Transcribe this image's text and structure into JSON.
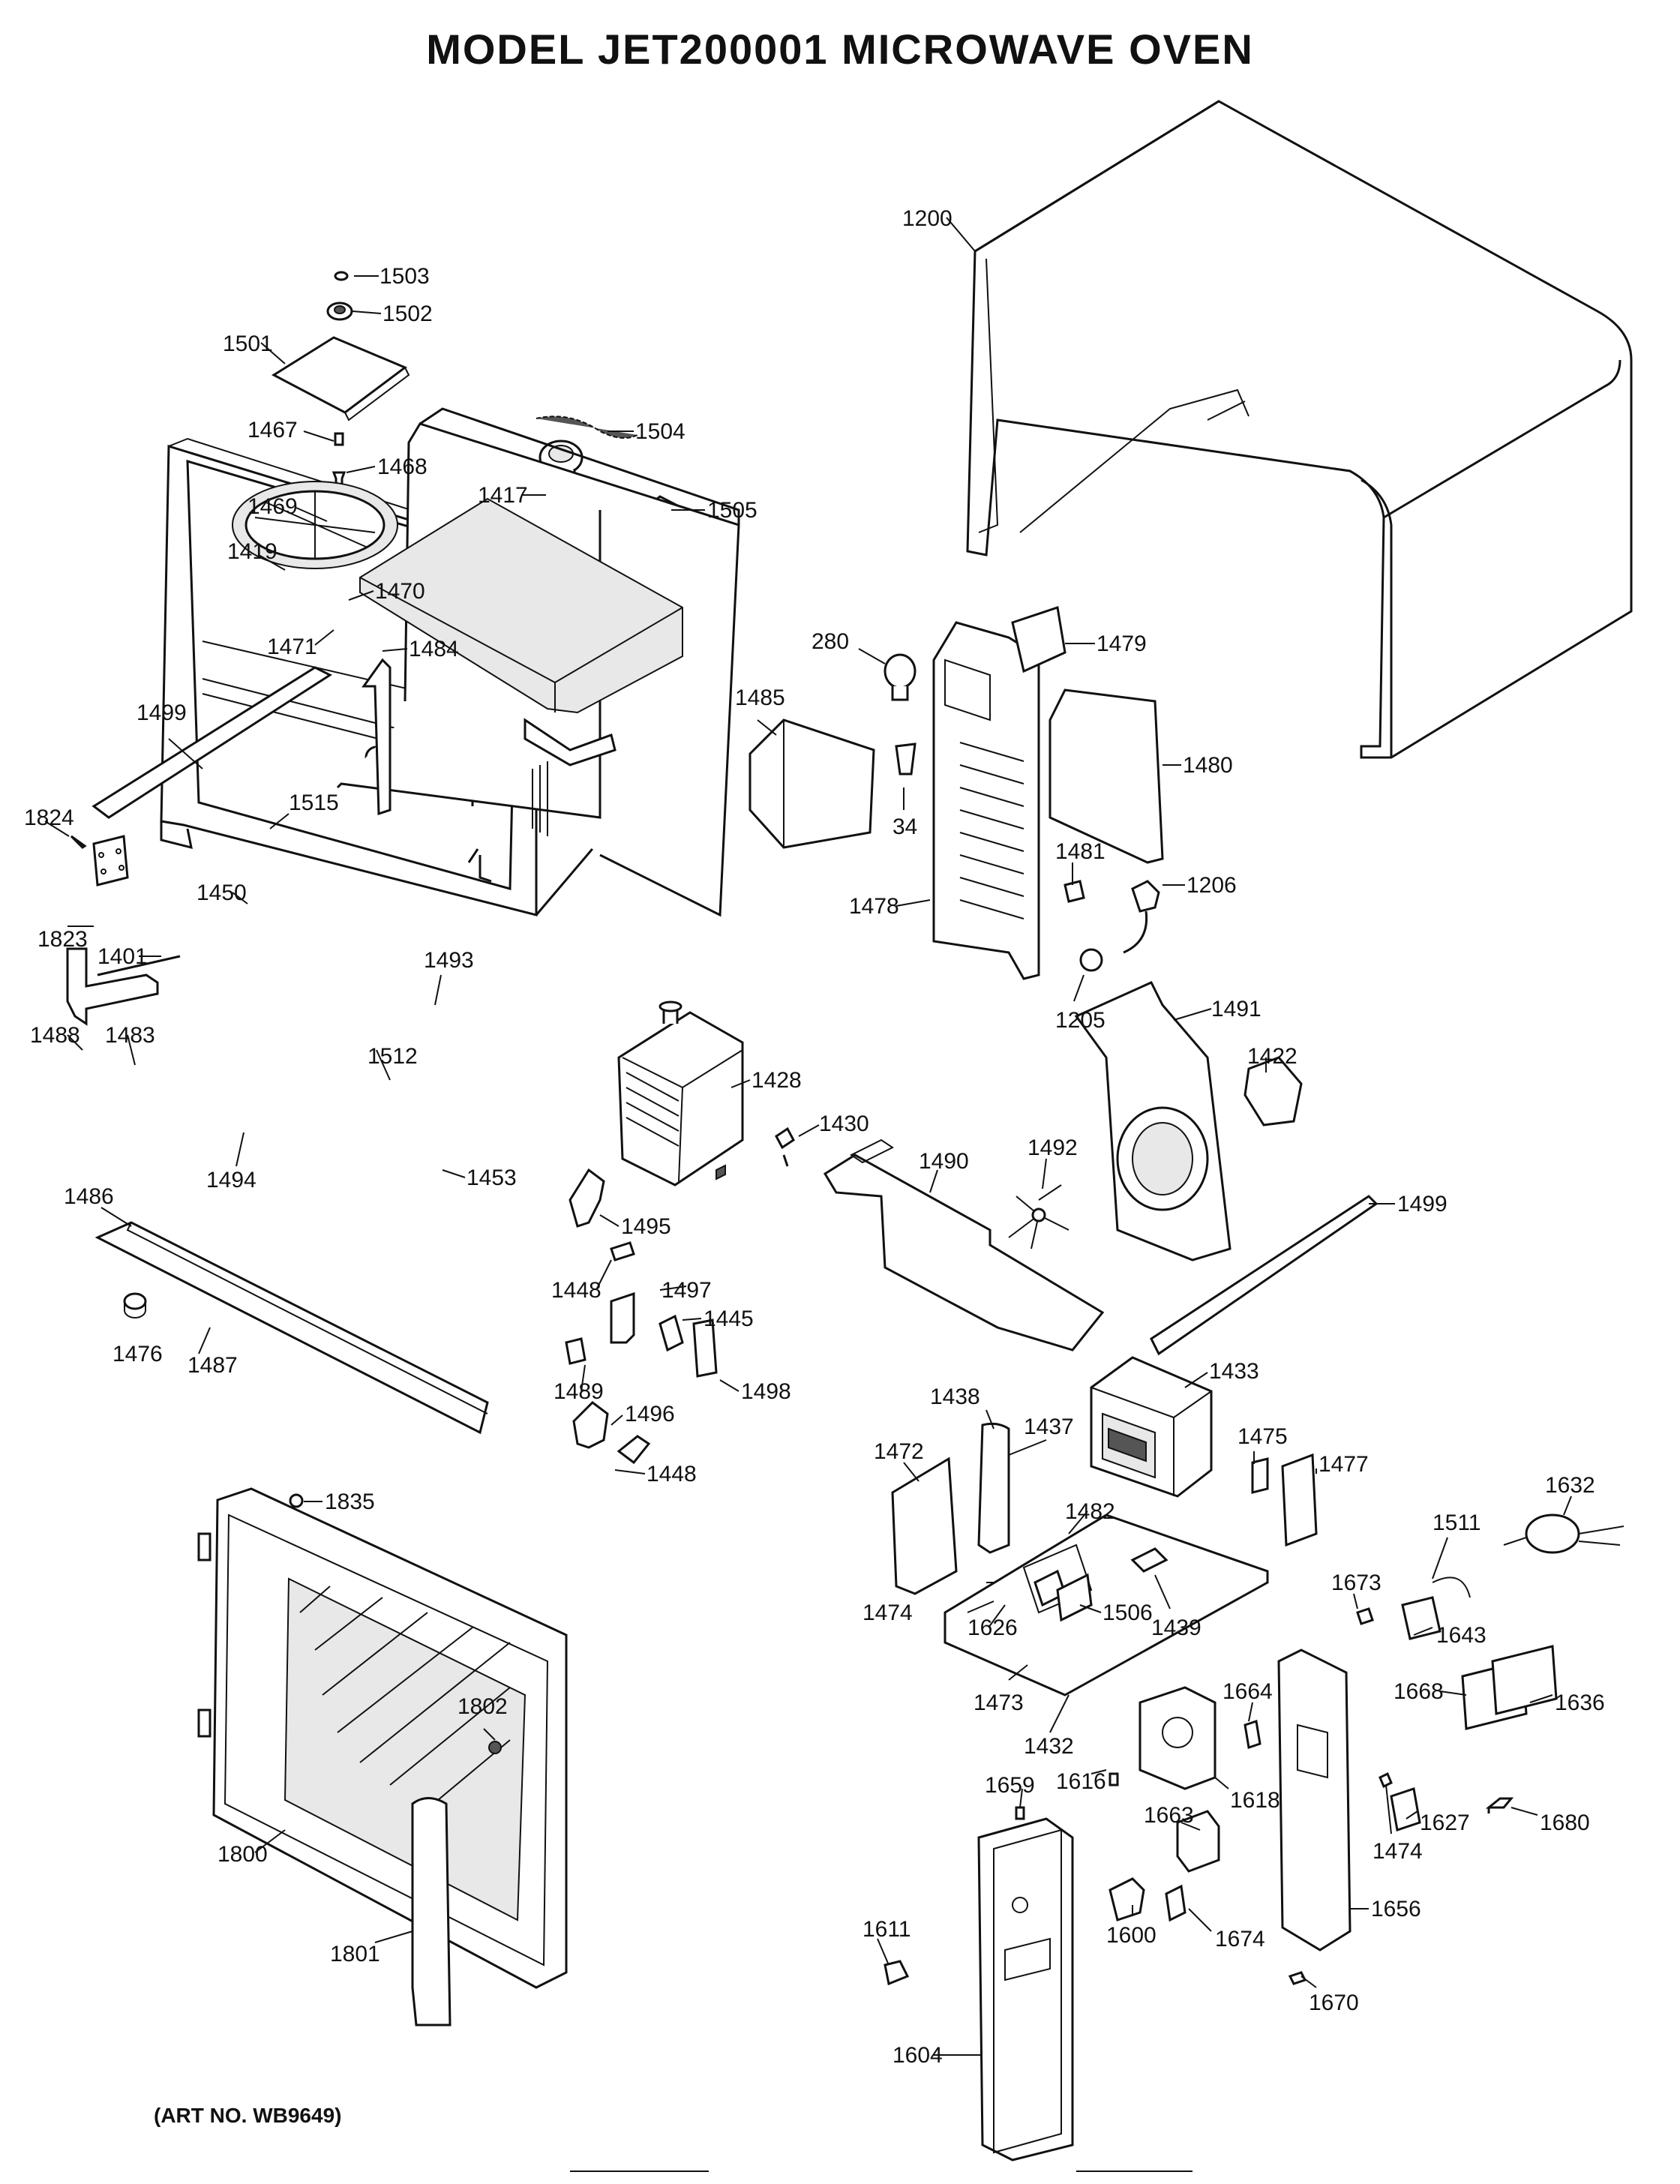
{
  "title": "MODEL  JET200001  MICROWAVE OVEN",
  "art_number": "(ART NO. WB9649)",
  "labels": {
    "p1200": "1200",
    "p1503": "1503",
    "p1502": "1502",
    "p1501": "1501",
    "p1467": "1467",
    "p1468": "1468",
    "p1504": "1504",
    "p1417": "1417",
    "p1505": "1505",
    "p1469": "1469",
    "p1419": "1419",
    "p1470": "1470",
    "p1471": "1471",
    "p1484": "1484",
    "p280": "280",
    "p1479": "1479",
    "p1485": "1485",
    "p1499a": "1499",
    "p1480": "1480",
    "p34": "34",
    "p1824": "1824",
    "p1515": "1515",
    "p1481": "1481",
    "p1206": "1206",
    "p1823": "1823",
    "p1450": "1450",
    "p1478": "1478",
    "p1401": "1401",
    "p1493": "1493",
    "p1205": "1205",
    "p1491": "1491",
    "p1488": "1488",
    "p1483": "1483",
    "p1422": "1422",
    "p1512": "1512",
    "p1428": "1428",
    "p1430": "1430",
    "p1492": "1492",
    "p1490": "1490",
    "p1494": "1494",
    "p1453": "1453",
    "p1499b": "1499",
    "p1486": "1486",
    "p1495": "1495",
    "p1448a": "1448",
    "p1497": "1497",
    "p1445": "1445",
    "p1476": "1476",
    "p1487": "1487",
    "p1433": "1433",
    "p1489": "1489",
    "p1498": "1498",
    "p1438": "1438",
    "p1496": "1496",
    "p1437": "1437",
    "p1472": "1472",
    "p1475": "1475",
    "p1477": "1477",
    "p1448b": "1448",
    "p1632": "1632",
    "p1835": "1835",
    "p1482": "1482",
    "p1511": "1511",
    "p1673": "1673",
    "p1474a": "1474",
    "p1626": "1626",
    "p1506": "1506",
    "p1439": "1439",
    "p1643": "1643",
    "p1473": "1473",
    "p1664": "1664",
    "p1668": "1668",
    "p1636": "1636",
    "p1432": "1432",
    "p1802": "1802",
    "p1616": "1616",
    "p1618": "1618",
    "p1659": "1659",
    "p1627": "1627",
    "p1680": "1680",
    "p1663": "1663",
    "p1474b": "1474",
    "p1800": "1800",
    "p1656": "1656",
    "p1600": "1600",
    "p1674": "1674",
    "p1611": "1611",
    "p1801": "1801",
    "p1670": "1670",
    "p1604": "1604"
  }
}
